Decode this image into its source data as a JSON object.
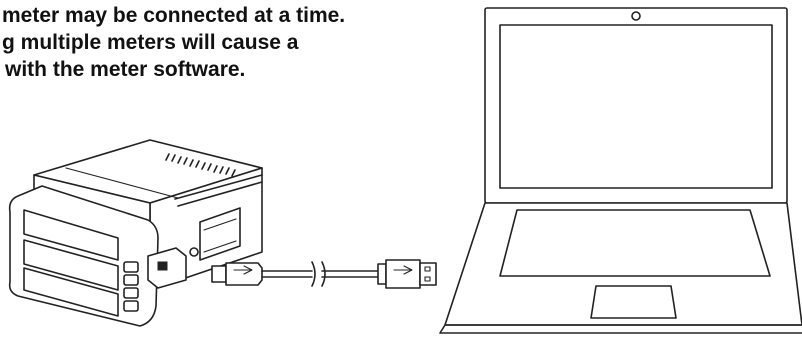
{
  "warning_note": {
    "lines": [
      "meter may be connected at a time.",
      "g multiple meters will cause a",
      "with the meter software."
    ]
  },
  "devices": {
    "meter": "panel-meter",
    "cable": "usb-cable",
    "computer": "laptop"
  },
  "colors": {
    "line": "#222222",
    "text": "#111111",
    "background": "#ffffff"
  }
}
